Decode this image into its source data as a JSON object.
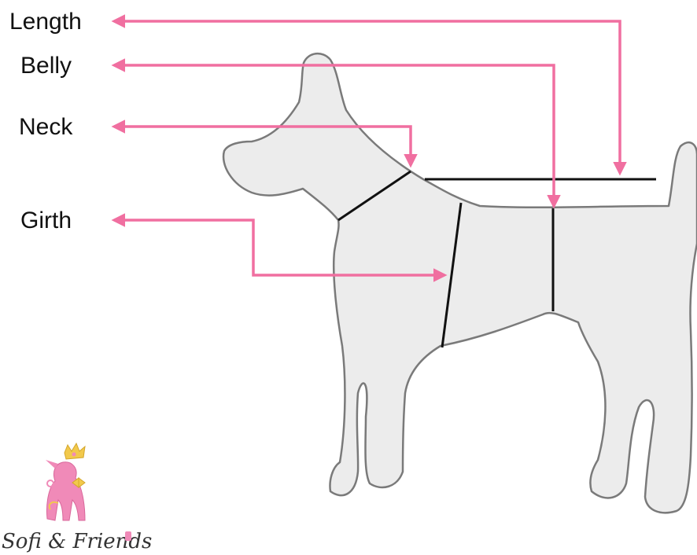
{
  "measurements": [
    {
      "id": "length",
      "label": "Length"
    },
    {
      "id": "belly",
      "label": "Belly"
    },
    {
      "id": "neck",
      "label": "Neck"
    },
    {
      "id": "girth",
      "label": "Girth"
    }
  ],
  "logo": {
    "brand": "Sofi & Friends"
  },
  "colors": {
    "arrow": "#f06fa0",
    "dog_fill": "#ececec",
    "dog_outline": "#7a7a7a",
    "measure_line": "#111111",
    "logo_pink": "#f08ab8",
    "logo_gold": "#f2c94c"
  }
}
